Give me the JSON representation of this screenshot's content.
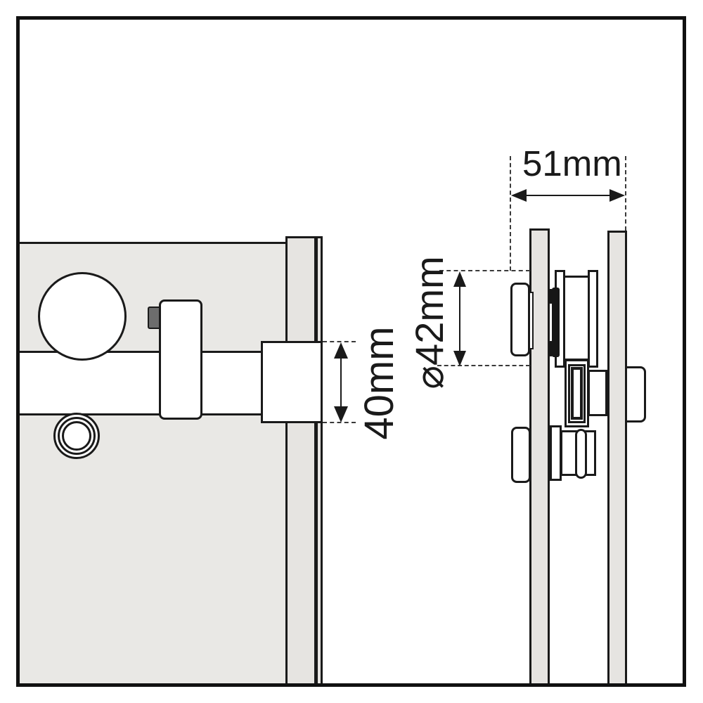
{
  "diagram": {
    "type": "technical-drawing",
    "subject": "sliding door roller hardware – front view and side section with dimensions",
    "dimensions": {
      "overall_depth": {
        "label": "51mm",
        "value": 51,
        "unit": "mm",
        "orientation": "horizontal"
      },
      "roller_diameter": {
        "label": "⌀42mm",
        "value": 42,
        "unit": "mm",
        "orientation": "vertical"
      },
      "block_height": {
        "label": "40mm",
        "value": 40,
        "unit": "mm",
        "orientation": "vertical"
      }
    },
    "colors": {
      "line": "#1a1a1a",
      "panel_fill": "#e9e8e5",
      "strip_fill": "#e6e4e1",
      "screw_head_fill": "#6d6d6d",
      "dash_line": "#3a3a3a",
      "background": "#ffffff"
    }
  }
}
